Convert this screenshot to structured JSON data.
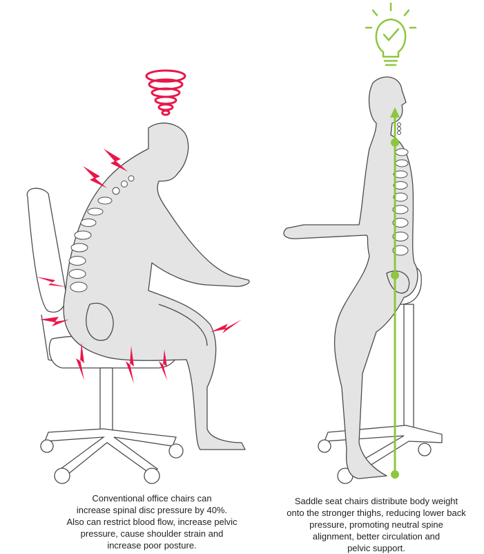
{
  "left_panel": {
    "caption": "Conventional office chairs can\nincrease spinal disc pressure by 40%.\nAlso can restrict blood flow, increase pelvic\npressure, cause shoulder strain   and\nincrease poor posture.",
    "icons": [
      "stress-spiral-icon",
      "pain-lightning-icon"
    ],
    "accent_color": "#e8174a"
  },
  "right_panel": {
    "caption": "Saddle seat chairs distribute body weight\nonto the stronger thighs, reducing lower back\npressure, promoting neutral spine\nalignment, better circulation and\npelvic support.",
    "icons": [
      "lightbulb-check-icon",
      "spine-alignment-line"
    ],
    "accent_color": "#8dc63f"
  },
  "figure_colors": {
    "body": "#e4e4e4",
    "outline": "#4a4a4a"
  }
}
